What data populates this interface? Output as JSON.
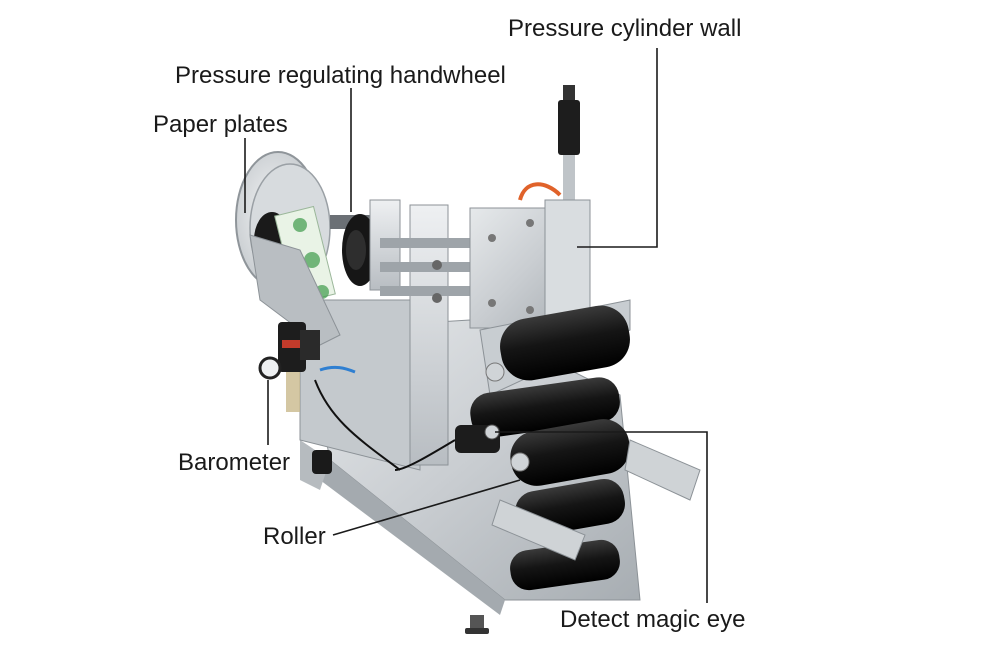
{
  "labels": {
    "pressure_cylinder_wall": "Pressure cylinder wall",
    "pressure_regulating_handwheel": "Pressure regulating handwheel",
    "paper_plates": "Paper plates",
    "barometer": "Barometer",
    "roller": "Roller",
    "detect_magic_eye": "Detect magic eye"
  },
  "colors": {
    "background": "#ffffff",
    "steel": "#cfd3d6",
    "steel_dark": "#9aa0a5",
    "rubber": "#1b1b1b",
    "leader": "#1a1a1a",
    "tube_orange": "#e0622a",
    "tube_blue": "#2f7fd1",
    "label_green": "#3d9a4a"
  }
}
